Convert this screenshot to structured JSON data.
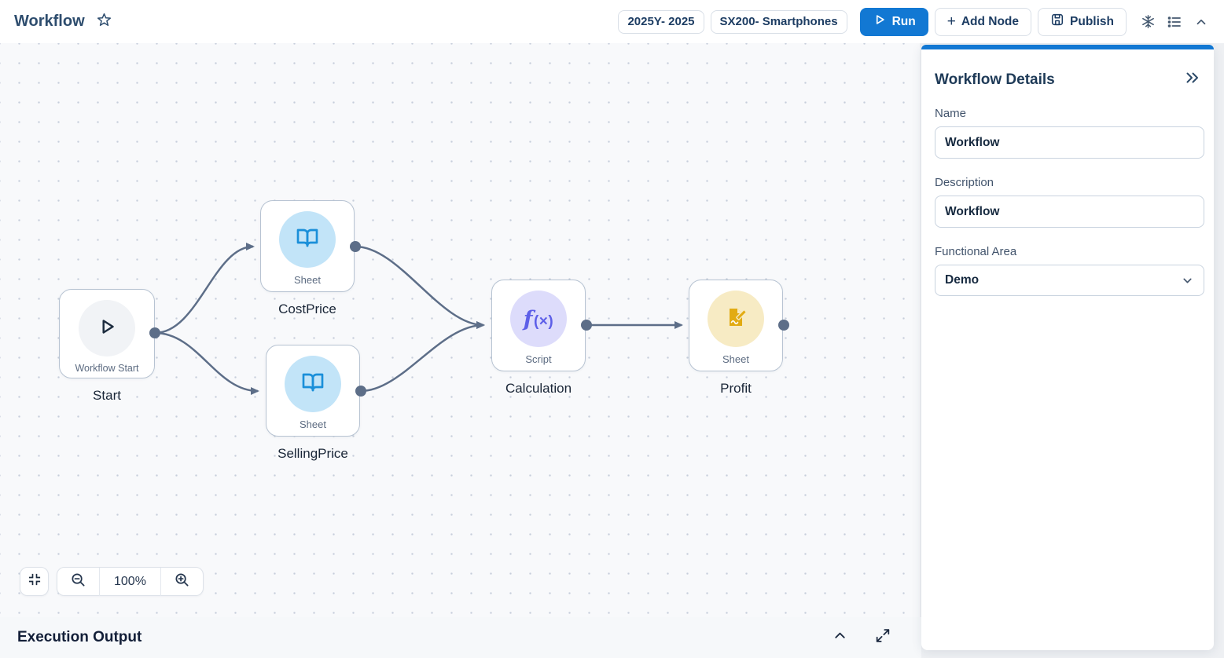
{
  "header": {
    "title": "Workflow",
    "badges": [
      "2025Y- 2025",
      "SX200- Smartphones"
    ],
    "run_label": "Run",
    "add_node_plus": "+",
    "add_node_label": "Add Node",
    "publish_label": "Publish"
  },
  "canvas": {
    "nodes": [
      {
        "name": "Start",
        "type_label": "Workflow Start",
        "kind": "start"
      },
      {
        "name": "CostPrice",
        "type_label": "Sheet",
        "kind": "sheet"
      },
      {
        "name": "SellingPrice",
        "type_label": "Sheet",
        "kind": "sheet"
      },
      {
        "name": "Calculation",
        "type_label": "Script",
        "kind": "script"
      },
      {
        "name": "Profit",
        "type_label": "Sheet",
        "kind": "sheet-edit"
      }
    ],
    "edges": [
      {
        "from": "Start",
        "to": "CostPrice"
      },
      {
        "from": "Start",
        "to": "SellingPrice"
      },
      {
        "from": "CostPrice",
        "to": "Calculation"
      },
      {
        "from": "SellingPrice",
        "to": "Calculation"
      },
      {
        "from": "Calculation",
        "to": "Profit"
      }
    ],
    "script_fx": {
      "f": "f",
      "rest": "(×)"
    },
    "zoom_level": "100%"
  },
  "panel": {
    "title": "Workflow Details",
    "name_label": "Name",
    "name_value": "Workflow",
    "description_label": "Description",
    "description_value": "Workflow",
    "functional_area_label": "Functional Area",
    "functional_area_value": "Demo"
  },
  "footer": {
    "title": "Execution Output"
  },
  "colors": {
    "accent_blue": "#1278d3",
    "edge_slate": "#5d6e88",
    "sheet_icon_blue": "#1a8fd9",
    "script_icon_purple": "#5d5fe8",
    "profit_icon_yellow": "#e2ab13",
    "sheet_circle_bg": "#c2e4f8",
    "script_circle_bg": "#dddcfb",
    "profit_circle_bg": "#f7ebc4",
    "navy_text": "#1d3d63"
  }
}
